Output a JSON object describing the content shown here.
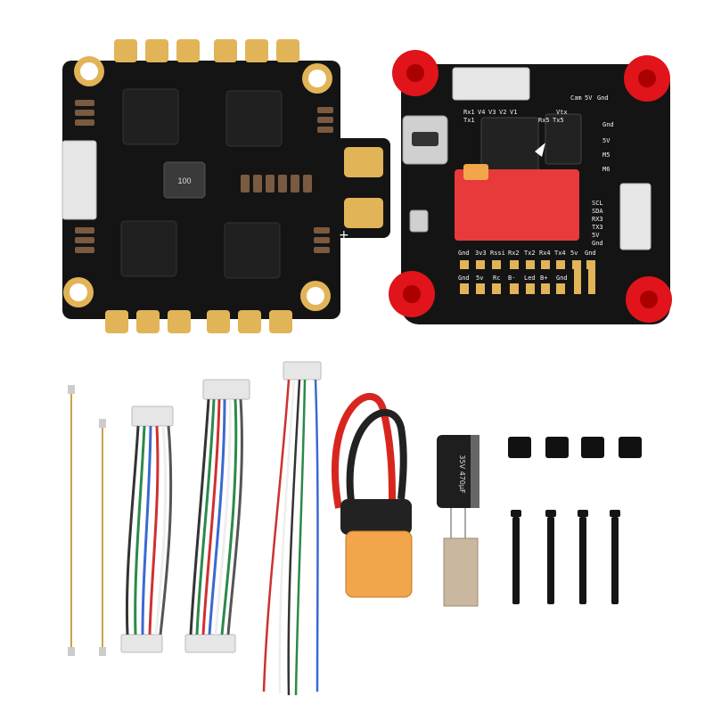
{
  "colors": {
    "background": "#ffffff",
    "pcb": "#141414",
    "pad_gold": "#e2b458",
    "standoff_red": "#e0141a",
    "xt_yellow": "#f2a54a",
    "connector_white": "#e6e6e6"
  },
  "esc_board": {
    "inductor_code": "100"
  },
  "fc_board": {
    "top_header_labels": [
      "Rx1",
      "Tx1",
      "V4",
      "V3",
      "V2",
      "V1",
      "Vtx",
      "Rx5",
      "Tx5",
      "Cam",
      "Gnd",
      "5V"
    ],
    "right_top_labels": [
      "Gnd",
      "5V",
      "M5",
      "M6"
    ],
    "right_i2c_labels": [
      "SCL",
      "SDA",
      "RX3",
      "TX3",
      "5V",
      "Gnd"
    ],
    "bottom_row1_labels": [
      "Gnd",
      "3v3",
      "Rssi",
      "Rx2",
      "Tx2",
      "Rx4",
      "Tx4",
      "5v",
      "Gnd"
    ],
    "bottom_row2_labels": [
      "Gnd",
      "5v",
      "Rc",
      "B-",
      "Led",
      "B+",
      "Gnd"
    ]
  },
  "accessories": {
    "capacitor_marking": "35V 470µF",
    "bolt_count": 4,
    "nut_count": 4
  }
}
